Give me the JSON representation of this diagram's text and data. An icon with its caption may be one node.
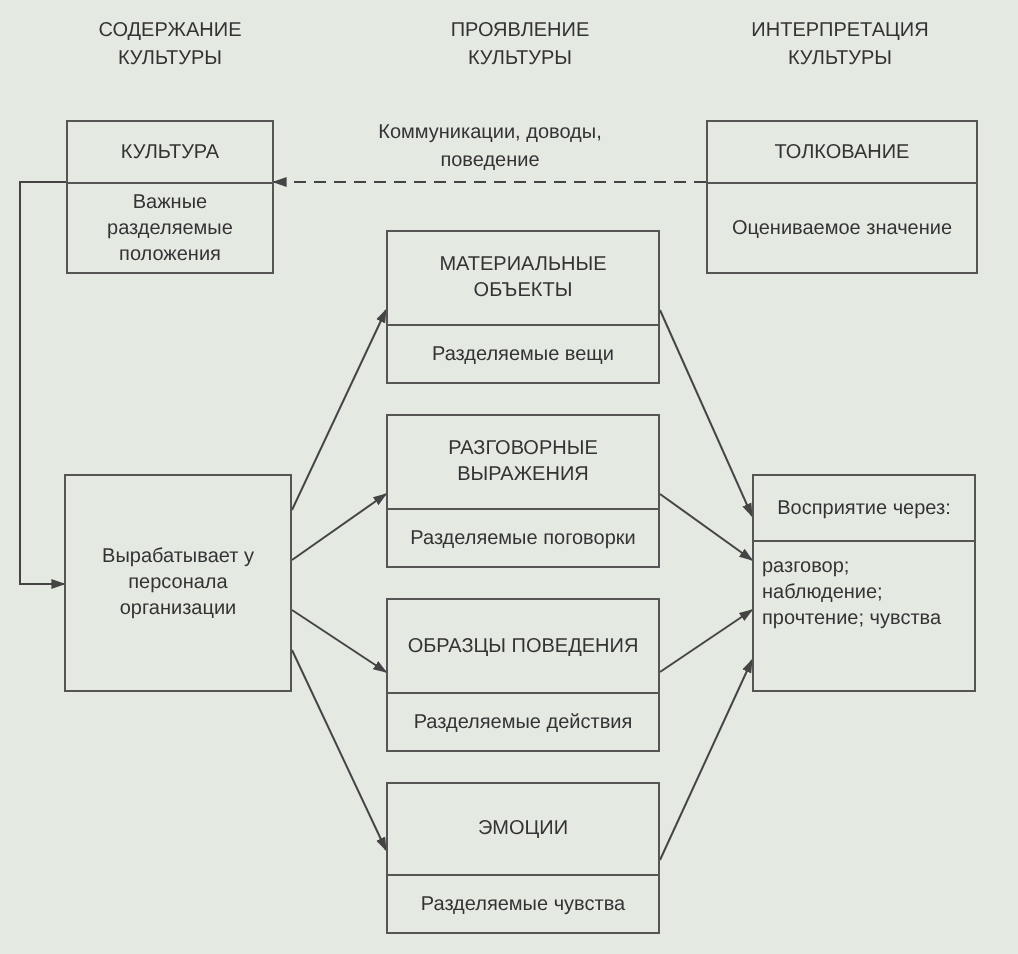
{
  "diagram": {
    "nodes": [
      {
        "text": [
          "КУЛЬТУРА",
          "Важные разделяемые положения"
        ]
      },
      {
        "text": [
          "ТОЛКОВАНИЕ",
          "Оцениваемое значение"
        ]
      },
      {
        "text": [
          "МАТЕРИАЛЬНЫЕ ОБЪЕКТЫ",
          "Разделяемые вещи"
        ]
      },
      {
        "text": [
          "РАЗГОВОРНЫЕ ВЫРАЖЕНИЯ",
          "Разделяемые поговорки"
        ]
      },
      {
        "text": [
          "ОБРАЗЦЫ ПОВЕДЕНИЯ",
          "Разделяемые действия"
        ]
      },
      {
        "text": [
          "ЭМОЦИИ",
          "Разделяемые чувства"
        ]
      },
      {
        "text": [
          "Вырабатывает у персонала организации"
        ]
      },
      {
        "text": [
          "Восприятие через:",
          "разговор; наблюдение; прочтение; чувства"
        ]
      }
    ],
    "edges": [
      {
        "from": 1,
        "to": 0,
        "arrow": "to",
        "style": "dashed",
        "label": "Коммуникации, доводы, поведение"
      },
      {
        "from": 0,
        "to": 6,
        "arrow": "to"
      },
      {
        "from": 6,
        "to": 2,
        "arrow": "to"
      },
      {
        "from": 6,
        "to": 3,
        "arrow": "to"
      },
      {
        "from": 6,
        "to": 4,
        "arrow": "to"
      },
      {
        "from": 6,
        "to": 5,
        "arrow": "to"
      },
      {
        "from": 2,
        "to": 7,
        "arrow": "to"
      },
      {
        "from": 3,
        "to": 7,
        "arrow": "to"
      },
      {
        "from": 4,
        "to": 7,
        "arrow": "to"
      },
      {
        "from": 5,
        "to": 7,
        "arrow": "to"
      }
    ],
    "labels": [
      "СОДЕРЖАНИЕ КУЛЬТУРЫ",
      "ПРОЯВЛЕНИЕ КУЛЬТУРЫ",
      "ИНТЕРПРЕТАЦИЯ КУЛЬТУРЫ"
    ]
  }
}
